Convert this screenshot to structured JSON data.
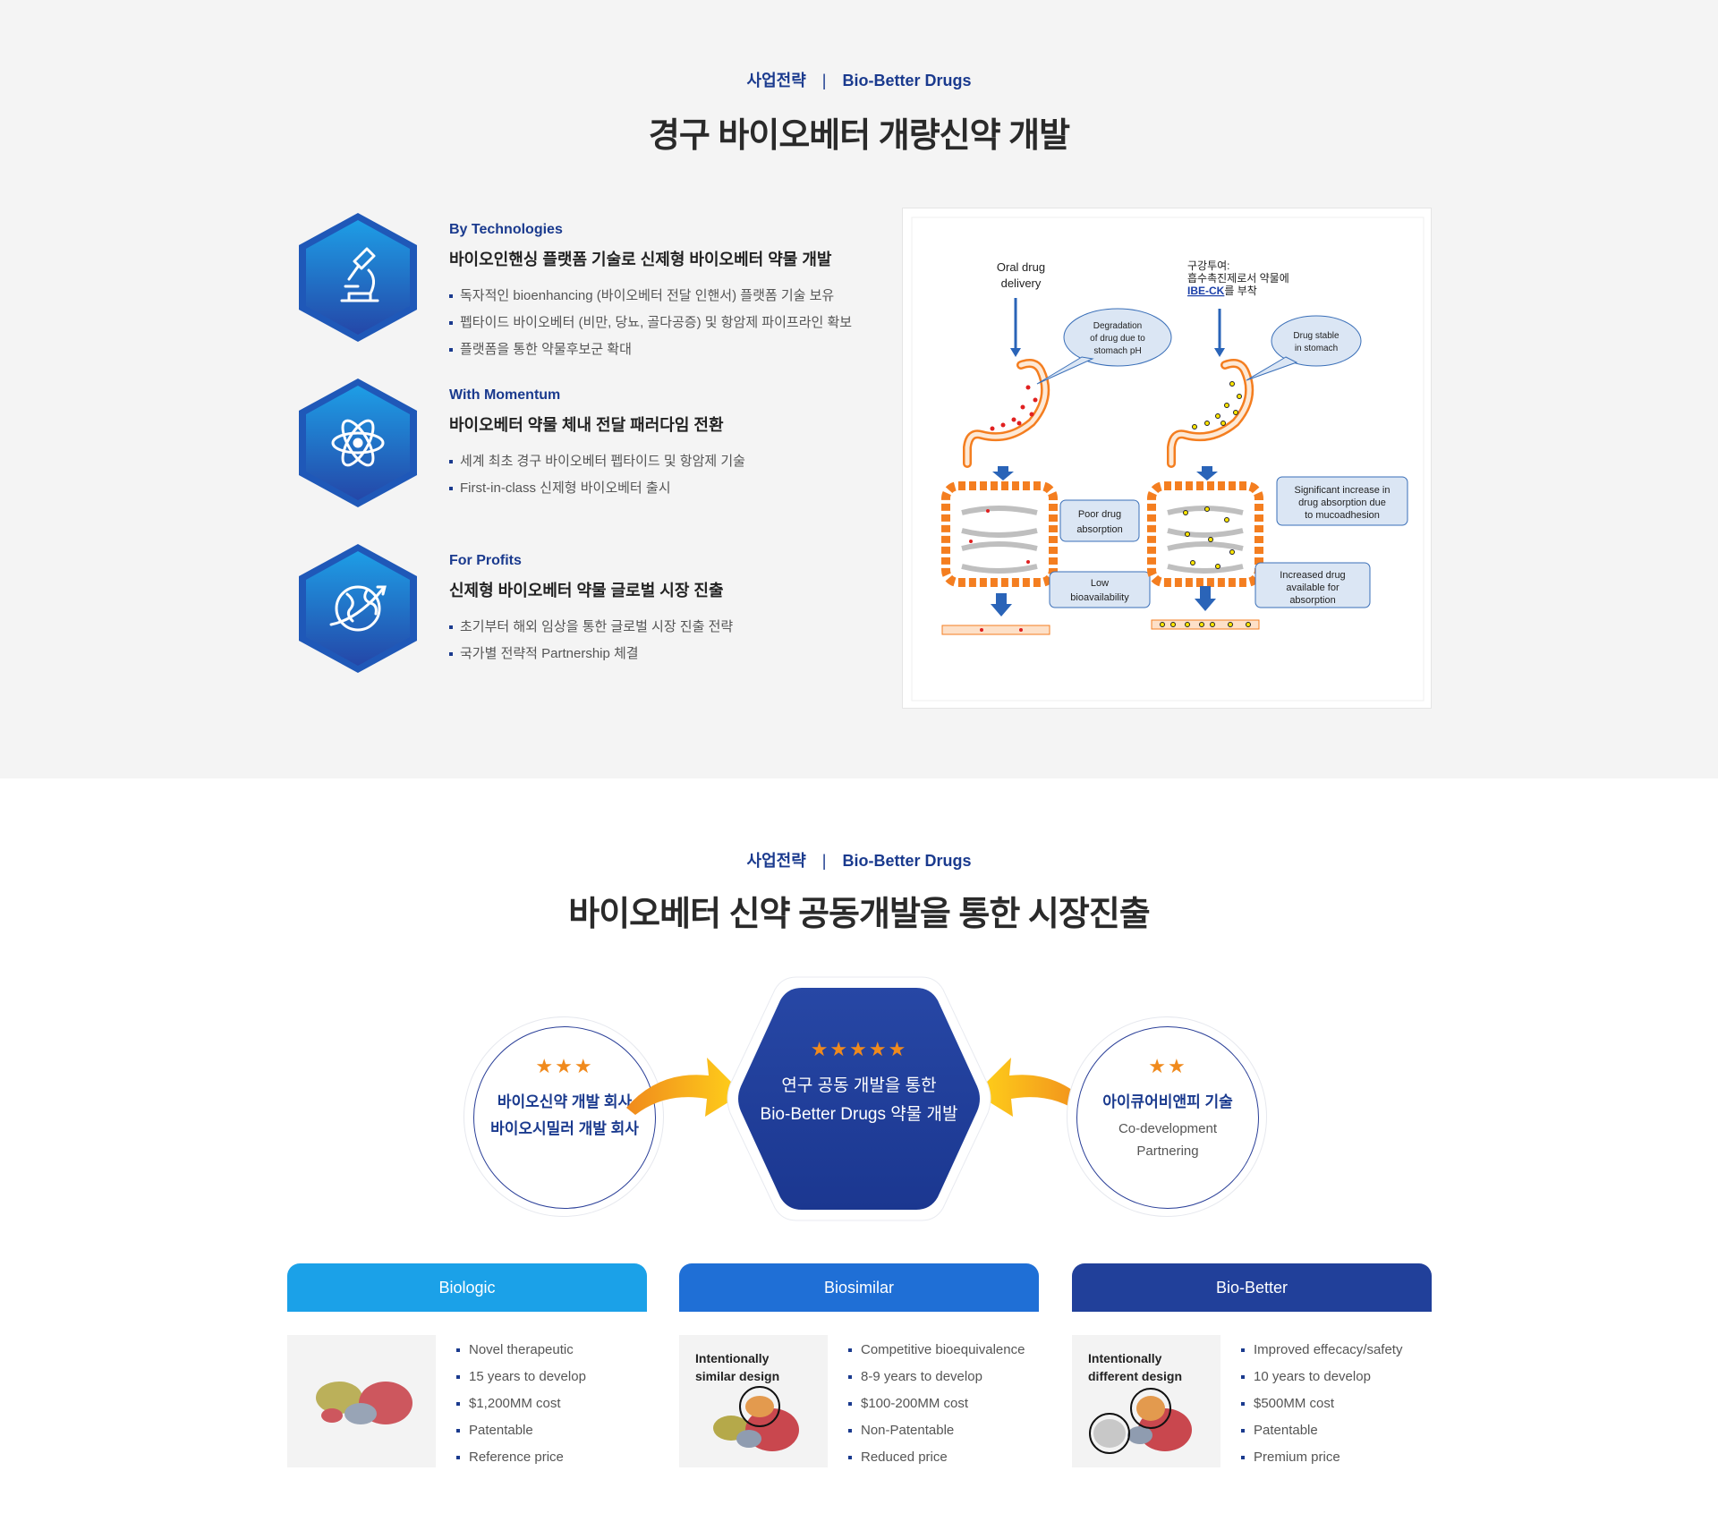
{
  "section1": {
    "eyebrow_left": "사업전략",
    "eyebrow_sep": "|",
    "eyebrow_right": "Bio-Better Drugs",
    "title": "경구 바이오베터  개량신약 개발",
    "features": [
      {
        "icon": "microscope-icon",
        "sub": "By Technologies",
        "head": "바이오인핸싱 플랫폼 기술로 신제형 바이오베터 약물 개발",
        "items": [
          "독자적인 bioenhancing (바이오베터 전달 인핸서) 플랫폼 기술 보유",
          "펩타이드 바이오베터 (비만, 당뇨, 골다공증) 및 항암제 파이프라인 확보",
          "플랫폼을 통한 약물후보군 확대"
        ]
      },
      {
        "icon": "atom-icon",
        "sub": "With Momentum",
        "head": "바이오베터 약물 체내 전달 패러다임 전환",
        "items": [
          "세계 최초 경구 바이오베터 펩타이드 및 항암제 기술",
          "First-in-class 신제형 바이오베터 출시"
        ]
      },
      {
        "icon": "globe-icon",
        "sub": "For Profits",
        "head": "신제형 바이오베터 약물 글로벌 시장 진출",
        "items": [
          "초기부터 해외 임상을 통한 글로벌 시장 진출 전략",
          "국가별 전략적 Partnership 체결"
        ]
      }
    ],
    "diagram": {
      "oral_1": "Oral drug",
      "oral_2": "delivery",
      "right_1": "구강투여:",
      "right_2": "흡수촉진제로서 약물에",
      "right_3_link": "IBE-CK",
      "right_3_rest": "를 부착",
      "deg_1": "Degradation",
      "deg_2": "of drug due to",
      "deg_3": "stomach pH",
      "stable_1": "Drug stable",
      "stable_2": "in stomach",
      "poor_1": "Poor drug",
      "poor_2": "absorption",
      "low_1": "Low",
      "low_2": "bioavailability",
      "sig_1": "Significant increase in",
      "sig_2": "drug absorption due",
      "sig_3": "to mucoadhesion",
      "inc_1": "Increased drug",
      "inc_2": "available for",
      "inc_3": "absorption"
    }
  },
  "section2": {
    "eyebrow_left": "사업전략",
    "eyebrow_sep": "|",
    "eyebrow_right": "Bio-Better Drugs",
    "title": "바이오베터 신약 공동개발을 통한 시장진출",
    "left_circle": {
      "stars": "★★★",
      "line1": "바이오신약 개발 회사",
      "line2": "바이오시밀러 개발 회사"
    },
    "center_hex": {
      "stars": "★★★★★",
      "line1": "연구 공동 개발을 통한",
      "line2": "Bio-Better Drugs 약물 개발"
    },
    "right_circle": {
      "stars": "★★",
      "line1": "아이큐어비앤피 기술",
      "line2": "Co-development",
      "line3": "Partnering"
    },
    "columns": [
      {
        "tab": "Biologic",
        "color": "#1ba1e8",
        "thumb_label": "",
        "items": [
          "Novel therapeutic",
          "15 years to develop",
          "$1,200MM cost",
          "Patentable",
          "Reference price"
        ]
      },
      {
        "tab": "Biosimilar",
        "color": "#1f6fd6",
        "thumb_label_1": "Intentionally",
        "thumb_label_2": "similar design",
        "items": [
          "Competitive bioequivalence",
          "8-9 years to develop",
          "$100-200MM cost",
          "Non-Patentable",
          "Reduced price"
        ]
      },
      {
        "tab": "Bio-Better",
        "color": "#21409a",
        "thumb_label_1": "Intentionally",
        "thumb_label_2": "different design",
        "items": [
          "Improved effecacy/safety",
          "10 years to develop",
          "$500MM cost",
          "Patentable",
          "Premium price"
        ]
      }
    ]
  }
}
